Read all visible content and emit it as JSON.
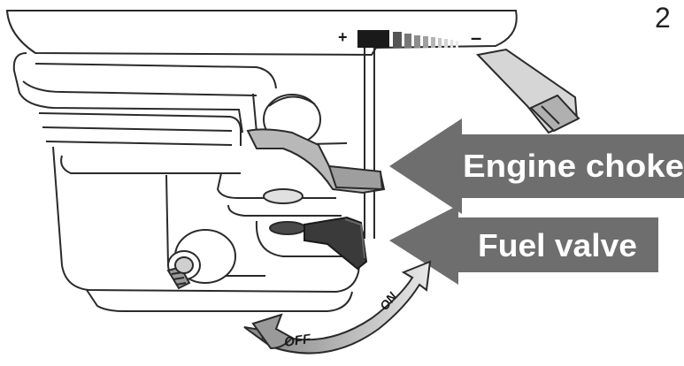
{
  "step_number": "2",
  "throttle_scale": {
    "plus": "+",
    "minus": "–"
  },
  "callouts": {
    "choke": {
      "label": "Engine choke",
      "fill": "#6e6e6e"
    },
    "fuel": {
      "label": "Fuel valve",
      "fill": "#6e6e6e"
    }
  },
  "switch_positions": {
    "off": "OFF",
    "on": "ON"
  },
  "icons": [
    "engine-illustration",
    "choke-lever",
    "fuel-valve-lever",
    "rotation-arrow"
  ],
  "colors": {
    "line": "#2a2a2a",
    "lever_dark": "#3a3a3a",
    "lever_light": "#b8b8b8",
    "label_text": "#ffffff"
  }
}
